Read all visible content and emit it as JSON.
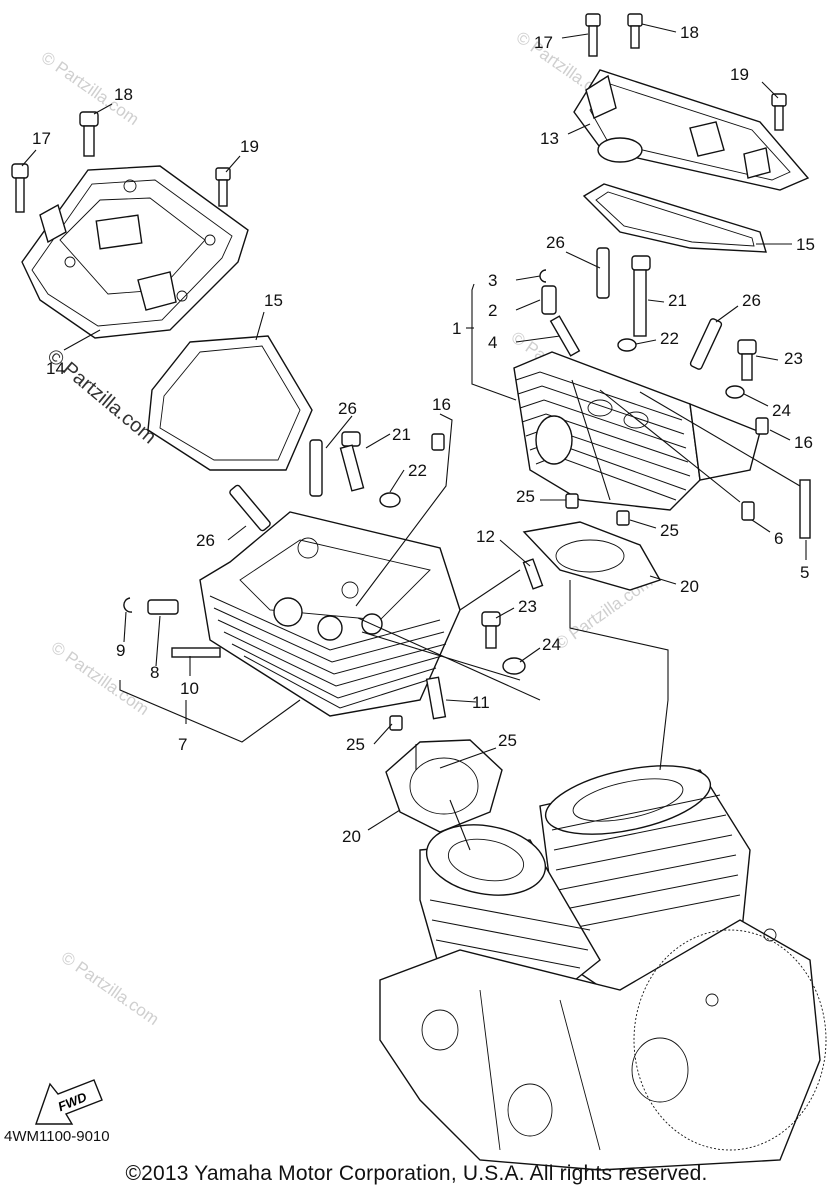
{
  "diagram": {
    "code": "4WM1100-9010",
    "copyright": "©2013  Yamaha Motor Corporation, U.S.A. All rights reserved.",
    "fwd_label": "FWD",
    "watermark": "© Partzilla.com",
    "callouts": {
      "c1": "1",
      "c2": "2",
      "c3": "3",
      "c4": "4",
      "c5": "5",
      "c6": "6",
      "c7": "7",
      "c8": "8",
      "c9": "9",
      "c10": "10",
      "c11": "11",
      "c12": "12",
      "c13": "13",
      "c14": "14",
      "c15a": "15",
      "c15b": "15",
      "c16a": "16",
      "c16b": "16",
      "c17a": "17",
      "c17b": "17",
      "c18a": "18",
      "c18b": "18",
      "c19a": "19",
      "c19b": "19",
      "c20a": "20",
      "c20b": "20",
      "c21a": "21",
      "c21b": "21",
      "c22a": "22",
      "c22b": "22",
      "c23a": "23",
      "c23b": "23",
      "c24a": "24",
      "c24b": "24",
      "c25a": "25",
      "c25b": "25",
      "c25c": "25",
      "c25d": "25",
      "c26a": "26",
      "c26b": "26",
      "c26c": "26",
      "c26d": "26"
    }
  }
}
